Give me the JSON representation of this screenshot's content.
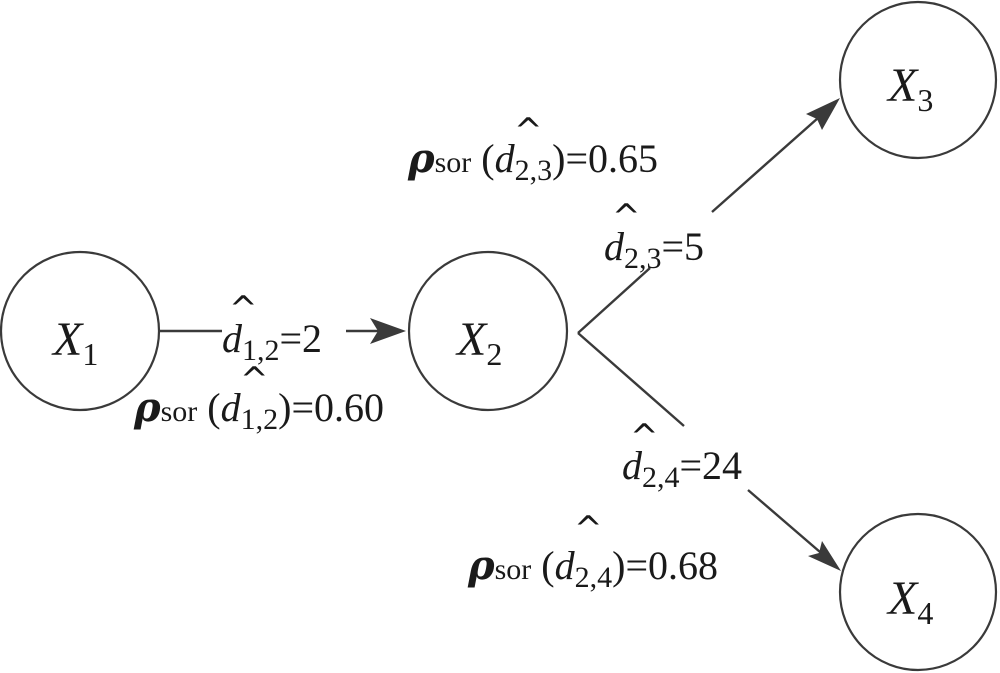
{
  "nodes": [
    {
      "id": "X1",
      "letter": "X",
      "sub": "1"
    },
    {
      "id": "X2",
      "letter": "X",
      "sub": "2"
    },
    {
      "id": "X3",
      "letter": "X",
      "sub": "3"
    },
    {
      "id": "X4",
      "letter": "X",
      "sub": "4"
    }
  ],
  "edges": {
    "e12": {
      "var": "d",
      "sub": "1,2",
      "eq": "=2",
      "rho": "ρ",
      "rho_sub": "sor",
      "open": " (",
      "close": ")",
      "rho_eq": "=0.60"
    },
    "e23": {
      "var": "d",
      "sub": "2,3",
      "eq": "=5",
      "rho": "ρ",
      "rho_sub": "sor",
      "open": " (",
      "close": ")",
      "rho_eq": "=0.65"
    },
    "e24": {
      "var": "d",
      "sub": "2,4",
      "eq": "=24",
      "rho": "ρ",
      "rho_sub": "sor",
      "open": " (",
      "close": ")",
      "rho_eq": "=0.68"
    }
  },
  "hat_glyph": "^",
  "colors": {
    "stroke": "#3a3a3a",
    "text": "#1a1a1a",
    "background": "#ffffff"
  }
}
